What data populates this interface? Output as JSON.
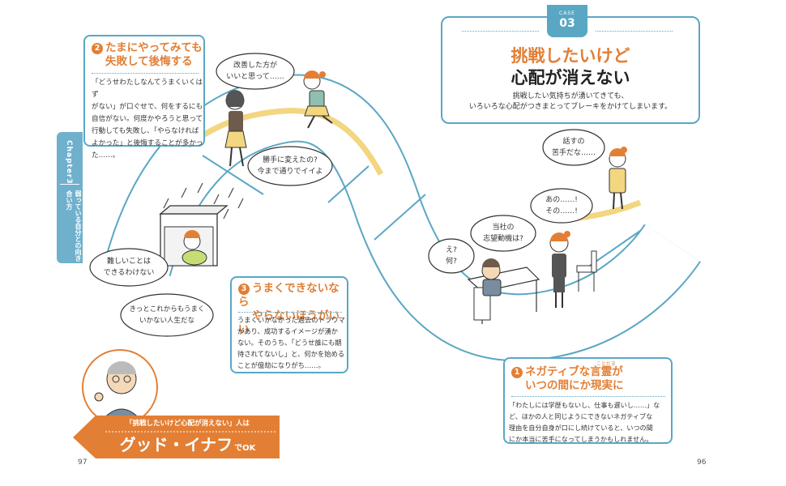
{
  "colors": {
    "teal": "#5aa7c4",
    "orange": "#e27f35",
    "road": "#f2d680",
    "track": "#d5e8f0"
  },
  "case": {
    "label": "CASE",
    "number": "03"
  },
  "header": {
    "title_line1": "挑戦したいけど",
    "title_line2": "心配が消えない",
    "subtitle_line1": "挑戦したい気持ちが湧いてきても、",
    "subtitle_line2": "いろいろな心配がつきまとってブレーキをかけてしまいます。"
  },
  "side_tab": {
    "chapter": "Chapter3",
    "label": "弱っている自分との向き合い方"
  },
  "box2": {
    "num": "2",
    "title_line1": "たまにやってみても",
    "title_line2": "失敗して後悔する",
    "body": [
      "「どうせわたしなんてうまくいくはず",
      "がない」が口ぐせで、何をするにも",
      "自信がない。何度かやろうと思って",
      "行動しても失敗し、「やらなければ",
      "よかった」と後悔することが多かっ",
      "た……。"
    ]
  },
  "box3": {
    "num": "3",
    "title_line1": "うまくできないなら",
    "title_line2": "やらないほうがいい",
    "body": [
      "うまくいかなかった過去のトラウマ",
      "があり、成功するイメージが湧か",
      "ない。そのうち、「どうせ誰にも期",
      "待されてないし」と、何かを始める",
      "ことが億劫になりがち……。"
    ]
  },
  "box1": {
    "num": "1",
    "title_line1": "ネガティブな言霊が",
    "ruby": "ことだま",
    "title_line2": "いつの間にか現実に",
    "body": [
      "「わたしには学歴もないし、仕事も遅いし……」な",
      "ど、ほかの人と同じようにできないネガティブな",
      "理由を自分自身が口にし続けていると、いつの間",
      "にか本当に苦手になってしまうかもしれません。"
    ]
  },
  "bubbles": {
    "improve": [
      "改善した方が",
      "いいと思って……"
    ],
    "changed": [
      "勝手に変えたの?",
      "今まで通りでイイよ"
    ],
    "difficult": [
      "難しいことは",
      "できるわけない"
    ],
    "nolife": [
      "きっとこれからもうまく",
      "いかない人生だな"
    ],
    "anxious": [
      "話すの",
      "苦手だな……"
    ],
    "ano": [
      "あの……!",
      "その……!"
    ],
    "motive": [
      "当社の",
      "志望動機は?"
    ],
    "eh": [
      "え?",
      "何?"
    ]
  },
  "banner": {
    "line1": "「挑戦したいけど心配が消えない」人は",
    "main": "グッド・イナフ",
    "suffix": "でOK"
  },
  "page_left": "97",
  "page_right": "96"
}
